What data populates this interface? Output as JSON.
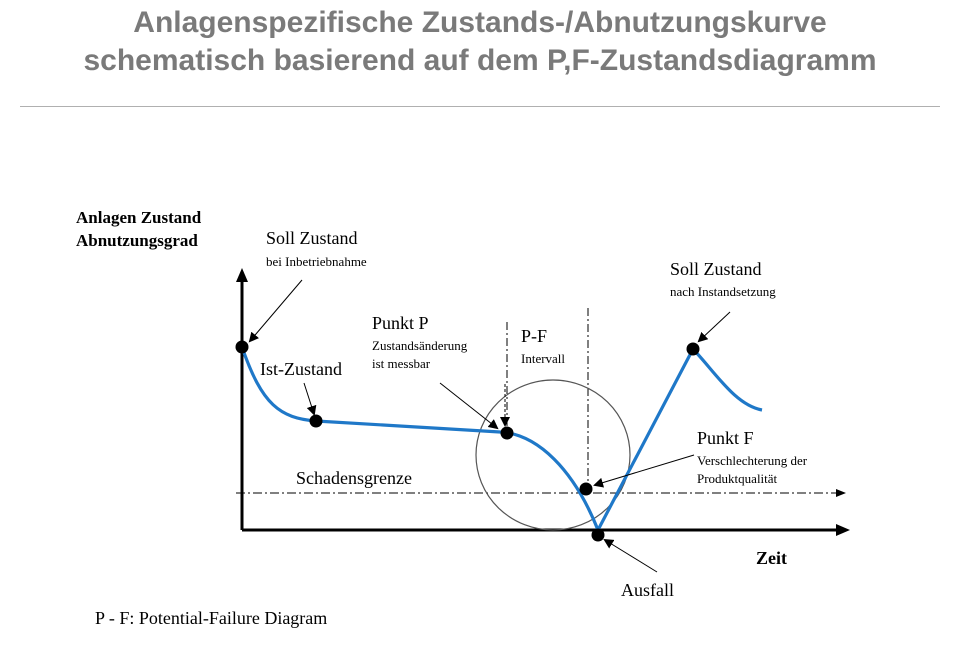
{
  "title": {
    "line1": "Anlagenspezifische Zustands-/Abnutzungskurve",
    "line2": "schematisch basierend auf dem P,F-Zustandsdiagramm"
  },
  "diagram": {
    "y_axis_label_1": "Anlagen Zustand",
    "y_axis_label_2": "Abnutzungsgrad",
    "x_axis_label": "Zeit",
    "soll_zustand_1_title": "Soll Zustand",
    "soll_zustand_1_sub": "bei Inbetriebnahme",
    "ist_zustand": "Ist-Zustand",
    "punkt_p_title": "Punkt P",
    "punkt_p_sub1": "Zustandsänderung",
    "punkt_p_sub2": "ist messbar",
    "pf_title": "P-F",
    "pf_sub": "Intervall",
    "soll_zustand_2_title": "Soll Zustand",
    "soll_zustand_2_sub": "nach Instandsetzung",
    "punkt_f_title": "Punkt F",
    "punkt_f_sub1": "Verschlechterung der",
    "punkt_f_sub2": "Produktqualität",
    "schadensgrenze": "Schadensgrenze",
    "ausfall": "Ausfall"
  },
  "footnote": "P - F: Potential-Failure Diagram",
  "colors": {
    "title": "#7a7a7a",
    "curve": "#1f78c8"
  }
}
